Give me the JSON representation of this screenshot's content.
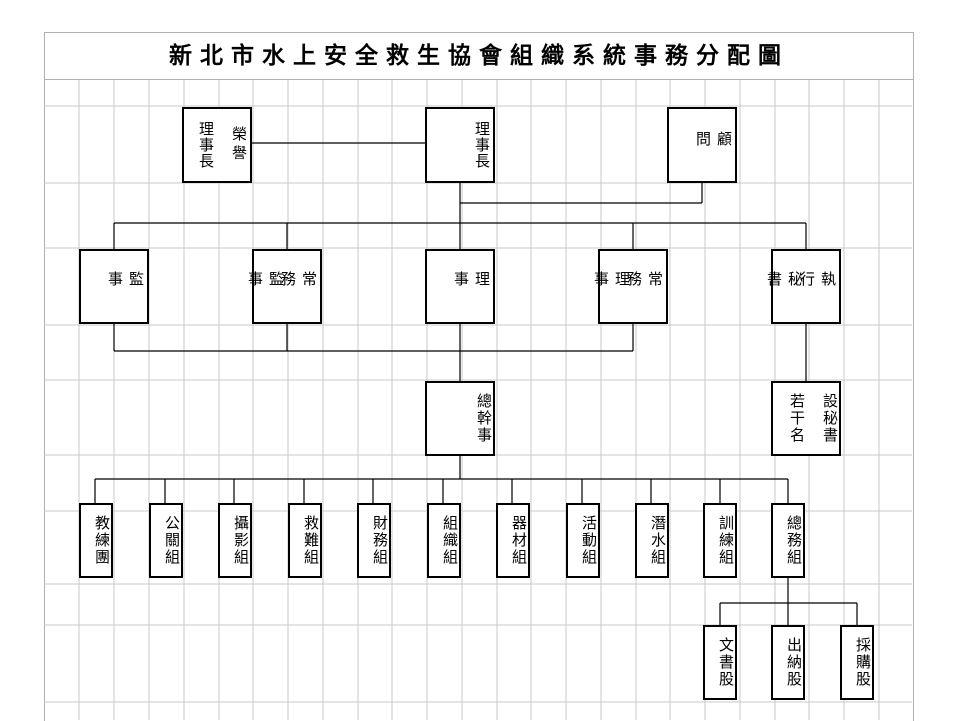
{
  "title": "新北市水上安全救生協會組織系統事務分配圖",
  "nodes": {
    "honorary_chairman": [
      "榮譽",
      "理事長"
    ],
    "chairman": [
      "理事長"
    ],
    "advisor": [
      "顧問"
    ],
    "supervisor": [
      "監事"
    ],
    "standing_supervisor": [
      "常務",
      "監事"
    ],
    "director": [
      "理事"
    ],
    "standing_director": [
      "常務",
      "理事"
    ],
    "executive_secretary": [
      "執行",
      "秘書"
    ],
    "secretary_general": [
      "總幹事"
    ],
    "secretaries": [
      "設秘書",
      "若干名"
    ],
    "groups": [
      [
        "教練團"
      ],
      [
        "公關組"
      ],
      [
        "攝影組"
      ],
      [
        "救難組"
      ],
      [
        "財務組"
      ],
      [
        "組織組"
      ],
      [
        "器材組"
      ],
      [
        "活動組"
      ],
      [
        "潛水組"
      ],
      [
        "訓練組"
      ],
      [
        "總務組"
      ]
    ],
    "sections": [
      [
        "文書股"
      ],
      [
        "出納股"
      ],
      [
        "採購股"
      ]
    ]
  },
  "colors": {
    "line": "#000000",
    "grid": "#c8c8c8",
    "border": "#b0b0b0"
  }
}
